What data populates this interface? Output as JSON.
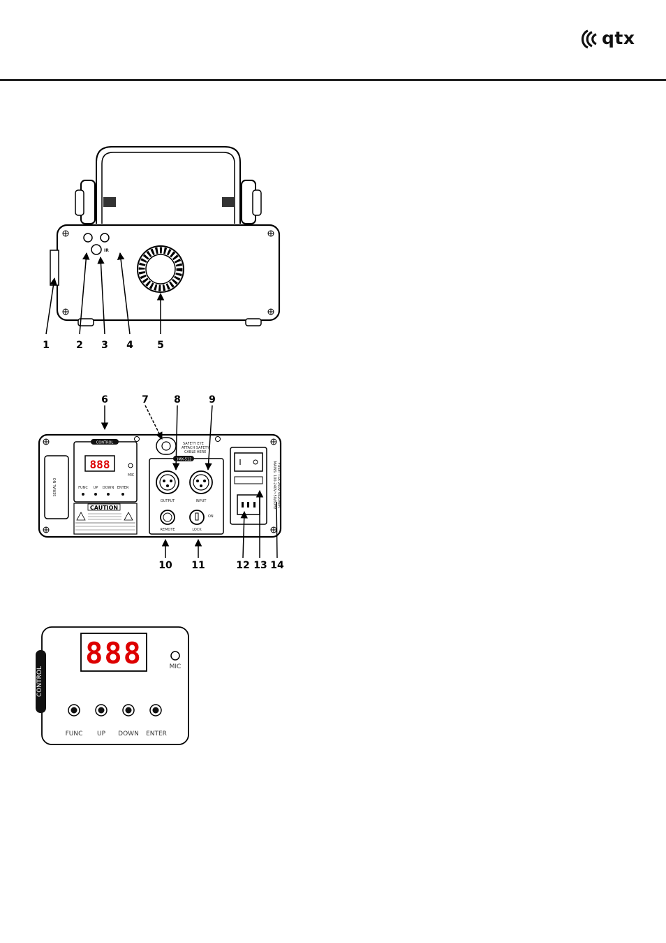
{
  "brand": {
    "name": "qtx"
  },
  "front_view": {
    "ir_label": "IR",
    "callouts": [
      "1",
      "2",
      "3",
      "4",
      "5"
    ]
  },
  "rear_view": {
    "callouts": [
      "6",
      "7",
      "8",
      "9",
      "10",
      "11",
      "12",
      "13",
      "14"
    ],
    "control_label": "CONTROL",
    "display": "888",
    "mic_label": "MIC",
    "buttons": [
      "FUNC",
      "UP",
      "DOWN",
      "ENTER"
    ],
    "caution_label": "CAUTION",
    "safety_eye_text": [
      "SAFETY EYE",
      "ATTACH SAFETY",
      "CABLE HERE"
    ],
    "dmx_label": "DMX-512",
    "output_label": "OUTPUT",
    "input_label": "INPUT",
    "remote_label": "REMOTE",
    "lock_label": "LOCK",
    "on_label": "ON",
    "serial_label": "SERIAL NO",
    "mains_label": "MAINS: 100-240V~50/60Hz",
    "fuse_label": "FUSE: T1A 250V 5x20mm"
  },
  "control_panel": {
    "control_label": "CONTROL",
    "display": "888",
    "mic_label": "MIC",
    "buttons": [
      "FUNC",
      "UP",
      "DOWN",
      "ENTER"
    ]
  }
}
